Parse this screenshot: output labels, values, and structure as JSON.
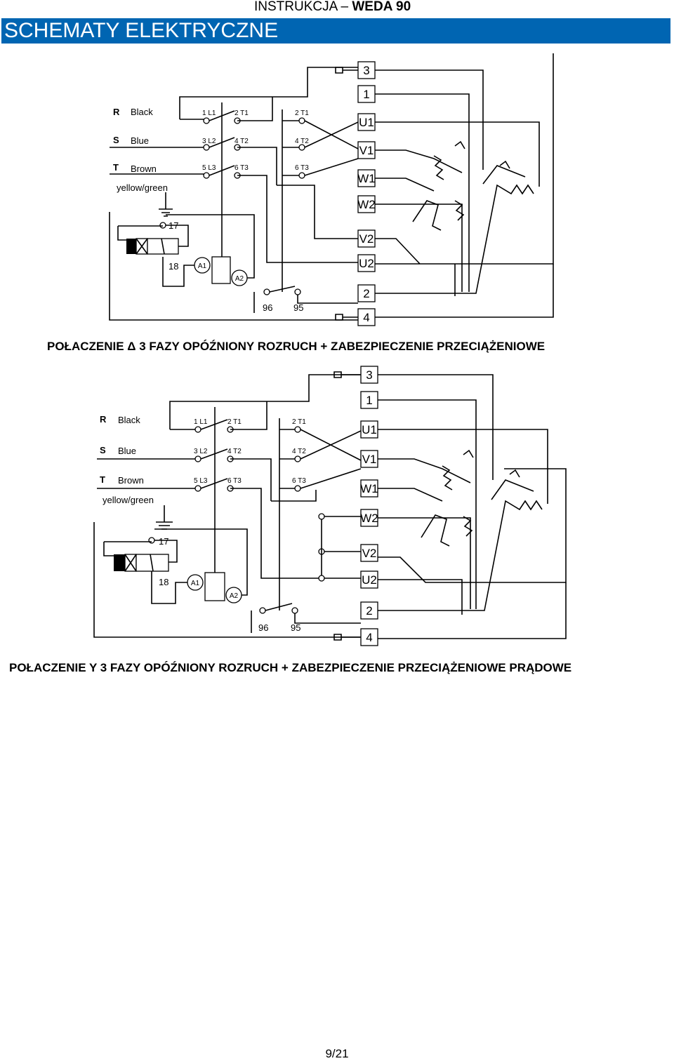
{
  "header": {
    "instr": "INSTRUKCJA",
    "dash": " – ",
    "model": "WEDA 90",
    "section": "SCHEMATY ELEKTRYCZNE"
  },
  "wires": {
    "R": "R",
    "S": "S",
    "T": "T",
    "black": "Black",
    "blue": "Blue",
    "brown": "Brown",
    "ground": "yellow/green"
  },
  "contacts": {
    "l1": "1 L1",
    "t1a": "2 T1",
    "t1b": "2 T1",
    "l2": "3 L2",
    "t2a": "4 T2",
    "t2b": "4 T2",
    "l3": "5 L3",
    "t3a": "6 T3",
    "t3b": "6 T3",
    "c17": "17",
    "c18": "18",
    "a1": "A1",
    "a2": "A2",
    "c96": "96",
    "c95": "95"
  },
  "terminals": [
    "3",
    "1",
    "U1",
    "V1",
    "W1",
    "W2",
    "V2",
    "U2",
    "2",
    "4"
  ],
  "diagrams": [
    {
      "caption": "POŁACZENIE Δ 3 FAZY OPÓŹNIONY ROZRUCH + ZABEZPIECZENIE PRZECIĄŻENIOWE"
    },
    {
      "caption": "POŁACZENIE Y 3 FAZY OPÓŹNIONY ROZRUCH + ZABEZPIECZENIE PRZECIĄŻENIOWE PRĄDOWE"
    }
  ],
  "footer": {
    "page": "9/21"
  }
}
